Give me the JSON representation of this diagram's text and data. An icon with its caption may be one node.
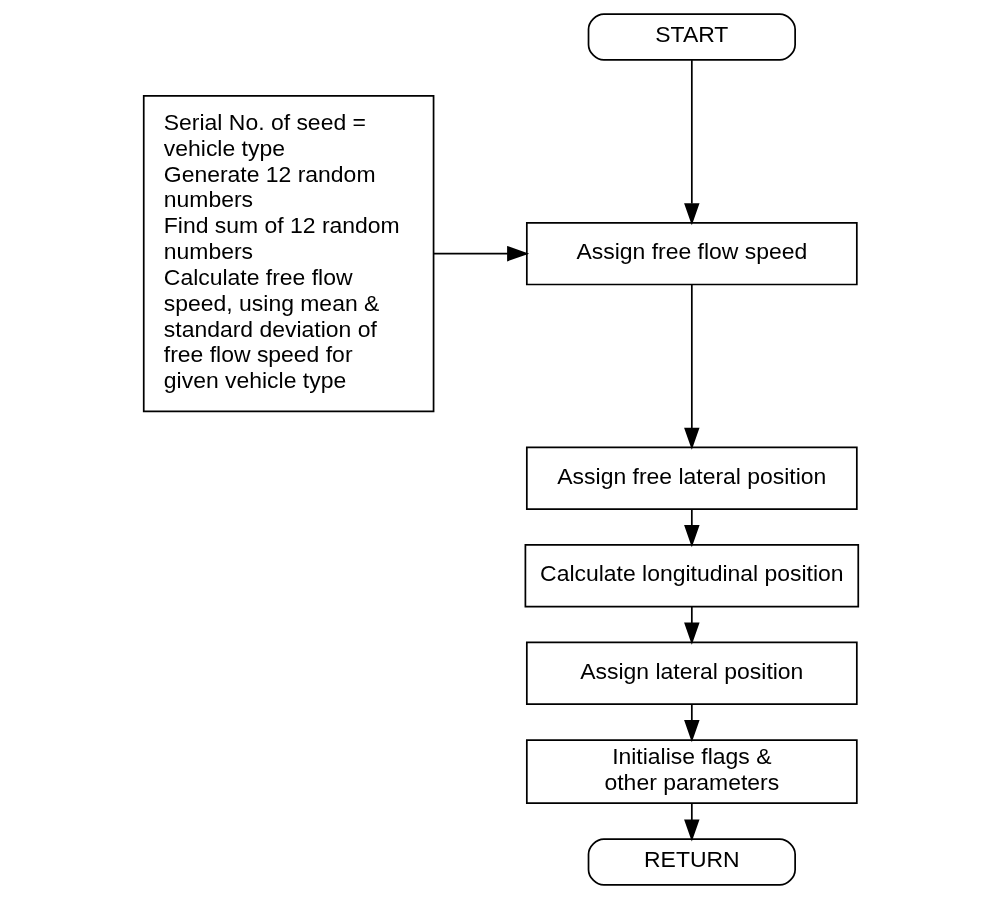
{
  "diagram": {
    "nodes": [
      {
        "text": [
          "START"
        ]
      },
      {
        "text": [
          "Serial No. of seed = vehicle type",
          "Generate 12 random numbers",
          "Find sum of 12 random numbers",
          "Calculate free flow speed, using mean & standard deviation of free flow speed for given vehicle type"
        ]
      },
      {
        "text": [
          "Assign free flow speed"
        ]
      },
      {
        "text": [
          "Assign free lateral position"
        ]
      },
      {
        "text": [
          "Calculate longitudinal position"
        ]
      },
      {
        "text": [
          "Assign lateral position"
        ]
      },
      {
        "text": [
          "Initialise flags & other parameters"
        ]
      },
      {
        "text": [
          "RETURN"
        ]
      }
    ],
    "edges": [
      {
        "from": 0,
        "to": 2,
        "arrow": "to"
      },
      {
        "from": 1,
        "to": 2,
        "arrow": "to"
      },
      {
        "from": 2,
        "to": 3,
        "arrow": "to"
      },
      {
        "from": 3,
        "to": 4,
        "arrow": "to"
      },
      {
        "from": 4,
        "to": 5,
        "arrow": "to"
      },
      {
        "from": 5,
        "to": 6,
        "arrow": "to"
      },
      {
        "from": 6,
        "to": 7,
        "arrow": "to"
      }
    ]
  }
}
